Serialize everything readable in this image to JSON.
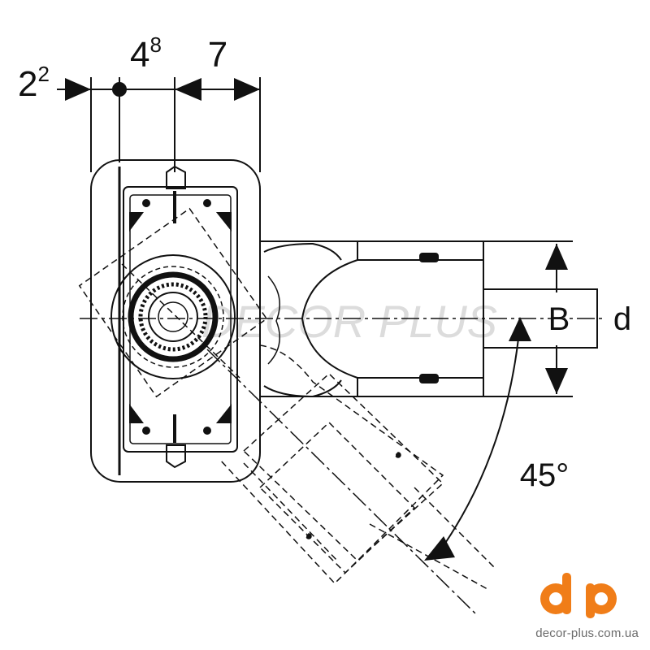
{
  "dimensions": {
    "dim_left": "2",
    "dim_left_sup": "2",
    "dim_middle": "4",
    "dim_middle_sup": "8",
    "dim_right": "7",
    "label_B": "B",
    "label_d": "d",
    "angle": "45°"
  },
  "watermark": {
    "text": "DECOR PLUS"
  },
  "brand": {
    "logo_text": "dp",
    "url": "decor-plus.com.ua",
    "color": "#f07d18"
  },
  "colors": {
    "line": "#111111",
    "watermark": "#d9d9d9"
  }
}
